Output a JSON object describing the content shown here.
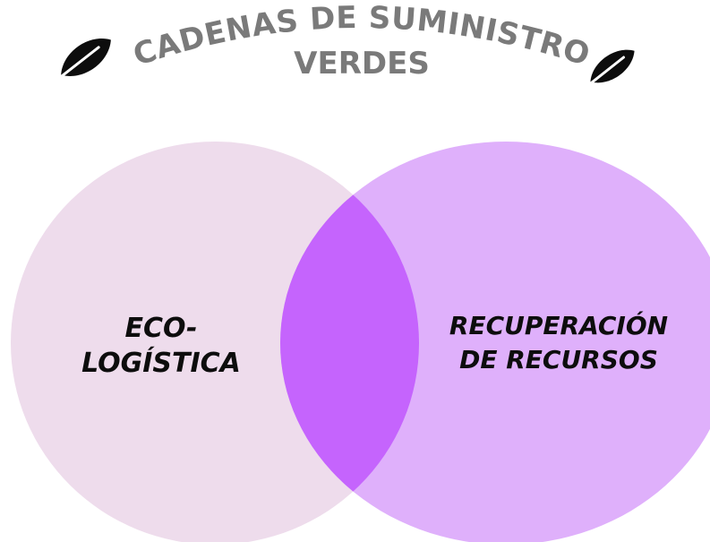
{
  "title": {
    "line1": "CADENAS DE SUMINISTRO",
    "line2": "VERDES"
  },
  "icons": {
    "left": "leaf-icon",
    "right": "leaf-icon"
  },
  "venn": {
    "left_label": {
      "line1": "ECO-",
      "line2": "LOGÍSTICA"
    },
    "right_label": {
      "line1": "RECUPERACIÓN",
      "line2": "DE RECURSOS"
    }
  },
  "colors": {
    "title": "#7a7a7a",
    "left_circle": "#eedcec",
    "right_circle": "#dfb0fb",
    "intersection": "#c564fd",
    "leaf": "#0d0d0d",
    "label": "#0d0d0d"
  }
}
